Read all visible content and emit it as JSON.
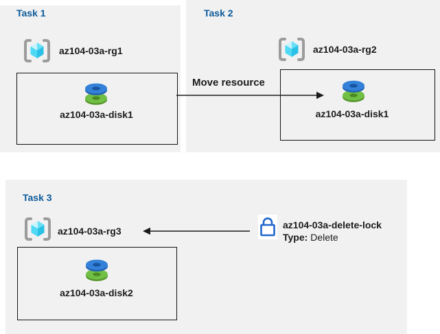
{
  "colors": {
    "panel_background": "#f1f1f1",
    "task_title_blue": "#0b5a9a",
    "box_border_black": "#111111",
    "arrow_black": "#1a1a1a",
    "lock_blue": "#1f66cc",
    "disk_blue": "#3381d8",
    "disk_green": "#71bf44",
    "cube_cyan": "#4fd9f5",
    "bracket_gray": "#9b9b9b"
  },
  "task1": {
    "title": "Task 1",
    "rg_name": "az104-03a-rg1",
    "disk_name": "az104-03a-disk1",
    "rg_icon": "resource-group-icon",
    "disk_icon": "managed-disk-icon"
  },
  "task2": {
    "title": "Task 2",
    "rg_name": "az104-03a-rg2",
    "disk_name": "az104-03a-disk1",
    "rg_icon": "resource-group-icon",
    "disk_icon": "managed-disk-icon"
  },
  "task3": {
    "title": "Task 3",
    "rg_name": "az104-03a-rg3",
    "disk_name": "az104-03a-disk2",
    "rg_icon": "resource-group-icon",
    "disk_icon": "managed-disk-icon"
  },
  "move_arrow": {
    "label": "Move resource",
    "direction": "left-to-right"
  },
  "delete_lock": {
    "name": "az104-03a-delete-lock",
    "type_label": "Type:",
    "type_value": "Delete",
    "icon": "lock-icon",
    "arrow_direction": "points-left-to-rg3"
  }
}
